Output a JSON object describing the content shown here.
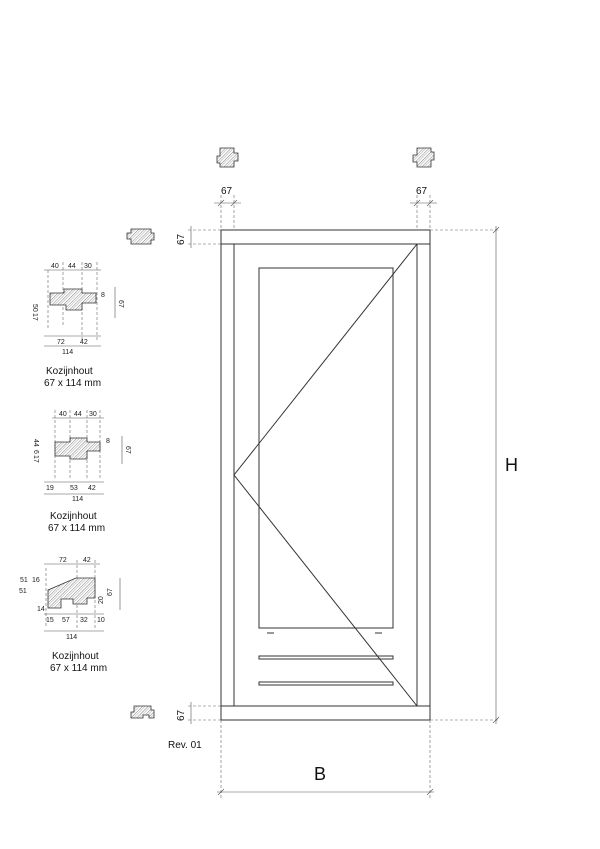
{
  "door": {
    "width_label": "B",
    "height_label": "H",
    "frame_top": "67",
    "frame_bottom": "67",
    "frame_left": "67",
    "frame_right": "67",
    "revision": "Rev. 01"
  },
  "profiles": [
    {
      "top_dims": [
        "40",
        "44",
        "30"
      ],
      "left_dims": [
        "50",
        "17"
      ],
      "right_dims": [
        "8",
        "67"
      ],
      "bottom_dims": [
        "72",
        "42"
      ],
      "total": "114",
      "name": "Kozijnhout",
      "size": "67 x 114 mm"
    },
    {
      "top_dims": [
        "40",
        "44",
        "30"
      ],
      "left_dims": [
        "44",
        "6",
        "17"
      ],
      "right_dims": [
        "8",
        "67"
      ],
      "bottom_dims": [
        "19",
        "53",
        "42"
      ],
      "total": "114",
      "name": "Kozijnhout",
      "size": "67 x 114 mm"
    },
    {
      "top_dims": [
        "72",
        "42"
      ],
      "left_dims": [
        "16",
        "51",
        "14"
      ],
      "right_dims": [
        "67",
        "20"
      ],
      "bottom_dims": [
        "15",
        "57",
        "32",
        "10"
      ],
      "total": "114",
      "name": "Kozijnhout",
      "size": "67 x 114 mm"
    }
  ]
}
